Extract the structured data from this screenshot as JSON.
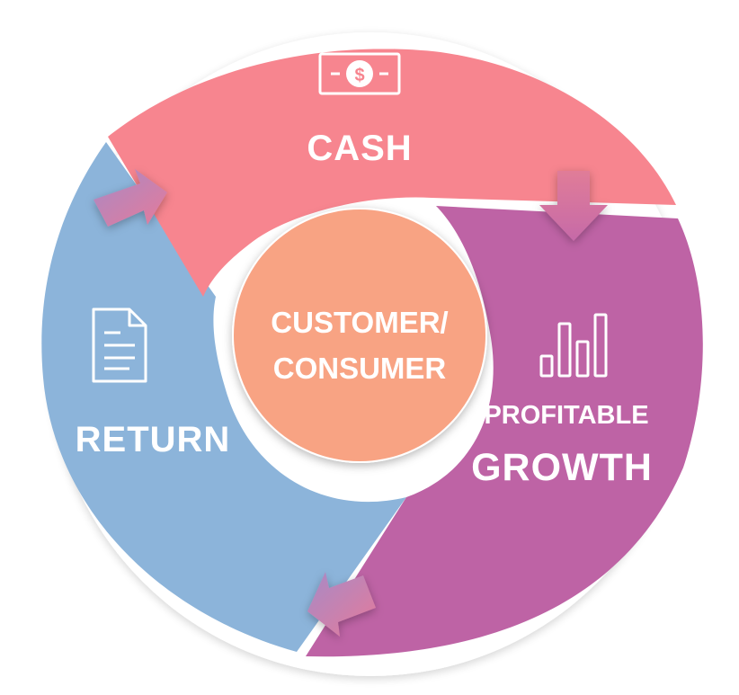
{
  "diagram": {
    "center": {
      "line1": "CUSTOMER/",
      "line2": "CONSUMER",
      "color": "#f8a383"
    },
    "segments": [
      {
        "id": "cash",
        "label": "CASH",
        "icon": "cash-icon",
        "color": "#f7858f"
      },
      {
        "id": "growth",
        "label_top": "PROFITABLE",
        "label_bottom": "GROWTH",
        "icon": "bar-chart-icon",
        "color": "#be63a5"
      },
      {
        "id": "return",
        "label": "RETURN",
        "icon": "document-icon",
        "color": "#8cb4da"
      }
    ],
    "arrow_color": "#c876a9"
  }
}
